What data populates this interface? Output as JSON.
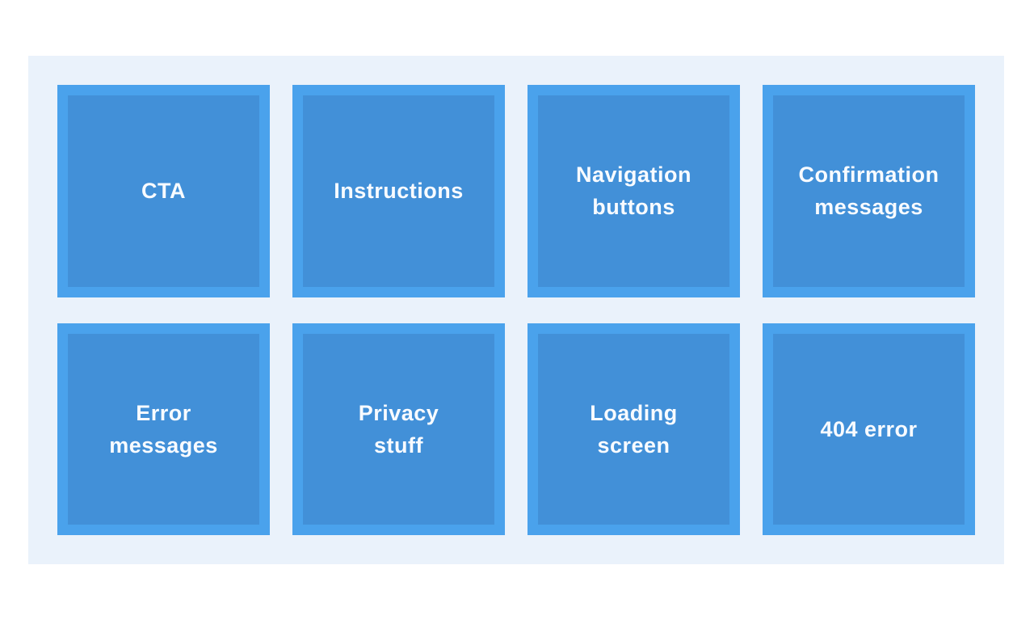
{
  "colors": {
    "page_bg": "#ffffff",
    "panel_bg": "#eaf2fb",
    "tile_border": "#4aa2ec",
    "tile_fill": "#4290d8",
    "tile_text": "#f8fbff"
  },
  "tiles": [
    {
      "label": "CTA"
    },
    {
      "label": "Instructions"
    },
    {
      "label": "Navigation\nbuttons"
    },
    {
      "label": "Confirmation\nmessages"
    },
    {
      "label": "Error\nmessages"
    },
    {
      "label": "Privacy\nstuff"
    },
    {
      "label": "Loading\nscreen"
    },
    {
      "label": "404 error"
    }
  ]
}
